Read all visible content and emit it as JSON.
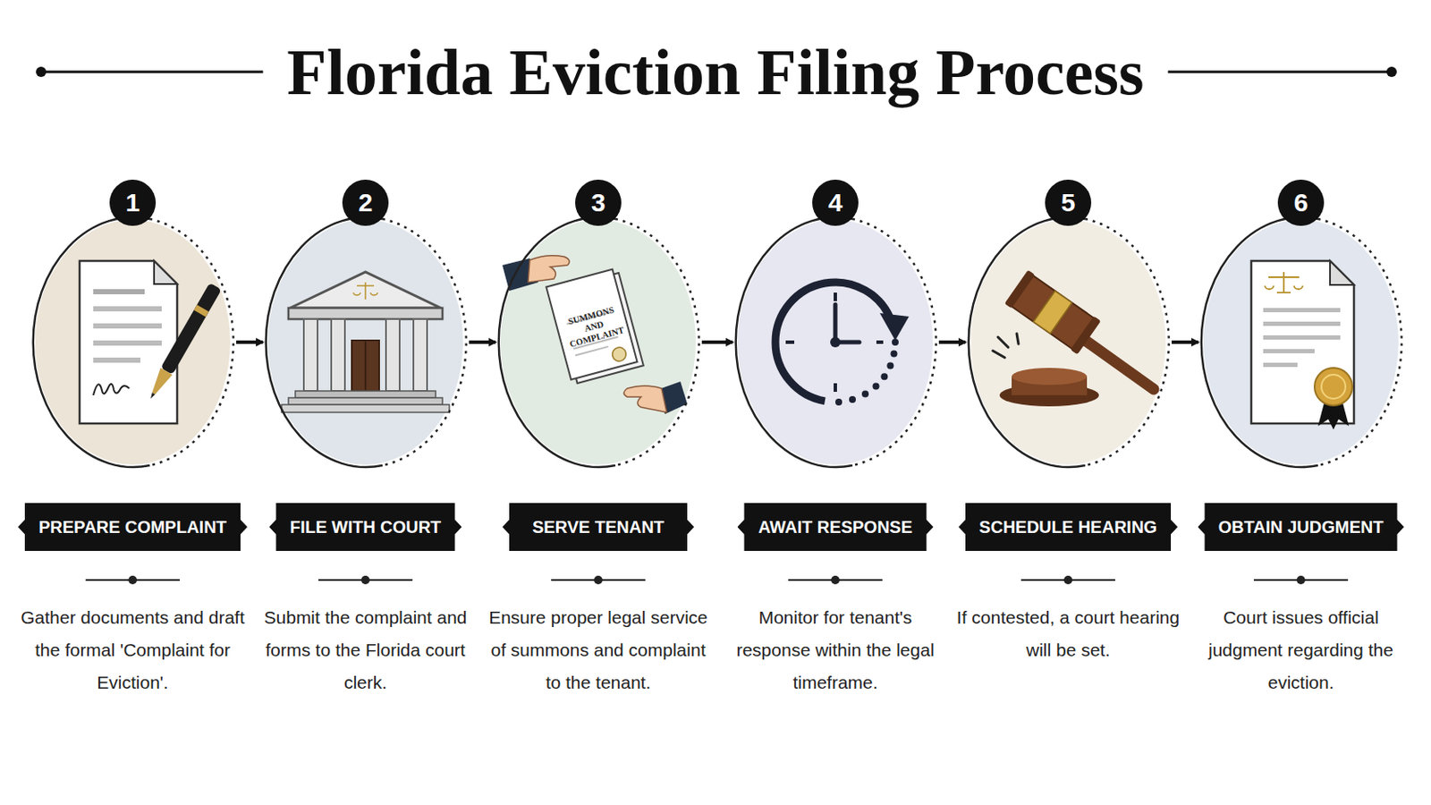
{
  "diagram": {
    "title": "Florida Eviction Filing Process",
    "nodes": [
      {
        "text": [
          "1"
        ]
      },
      {
        "text": [
          "2"
        ]
      },
      {
        "text": [
          "3"
        ]
      },
      {
        "text": [
          "4"
        ]
      },
      {
        "text": [
          "5"
        ]
      },
      {
        "text": [
          "6"
        ]
      },
      {
        "text": [
          "PREPARE COMPLAINT",
          "Gather documents and draft the formal 'Complaint for Eviction'."
        ]
      },
      {
        "text": [
          "FILE WITH COURT",
          "Submit the complaint and forms to the Florida court clerk."
        ]
      },
      {
        "text": [
          "SERVE TENANT",
          "Ensure proper legal service of summons and complaint to the tenant."
        ]
      },
      {
        "text": [
          "AWAIT RESPONSE",
          "Monitor for tenant's response within the legal timeframe."
        ]
      },
      {
        "text": [
          "SCHEDULE HEARING",
          "If contested, a court hearing will be set."
        ]
      },
      {
        "text": [
          "OBTAIN JUDGMENT",
          "Court issues official judgment regarding the eviction."
        ]
      }
    ],
    "edges": [
      {
        "from": 0,
        "to": 1,
        "arrow": "to"
      },
      {
        "from": 1,
        "to": 2,
        "arrow": "to"
      },
      {
        "from": 2,
        "to": 3,
        "arrow": "to"
      },
      {
        "from": 3,
        "to": 4,
        "arrow": "to"
      },
      {
        "from": 4,
        "to": 5,
        "arrow": "to"
      }
    ],
    "labels": [
      "SUMMONS AND COMPLAINT"
    ]
  }
}
